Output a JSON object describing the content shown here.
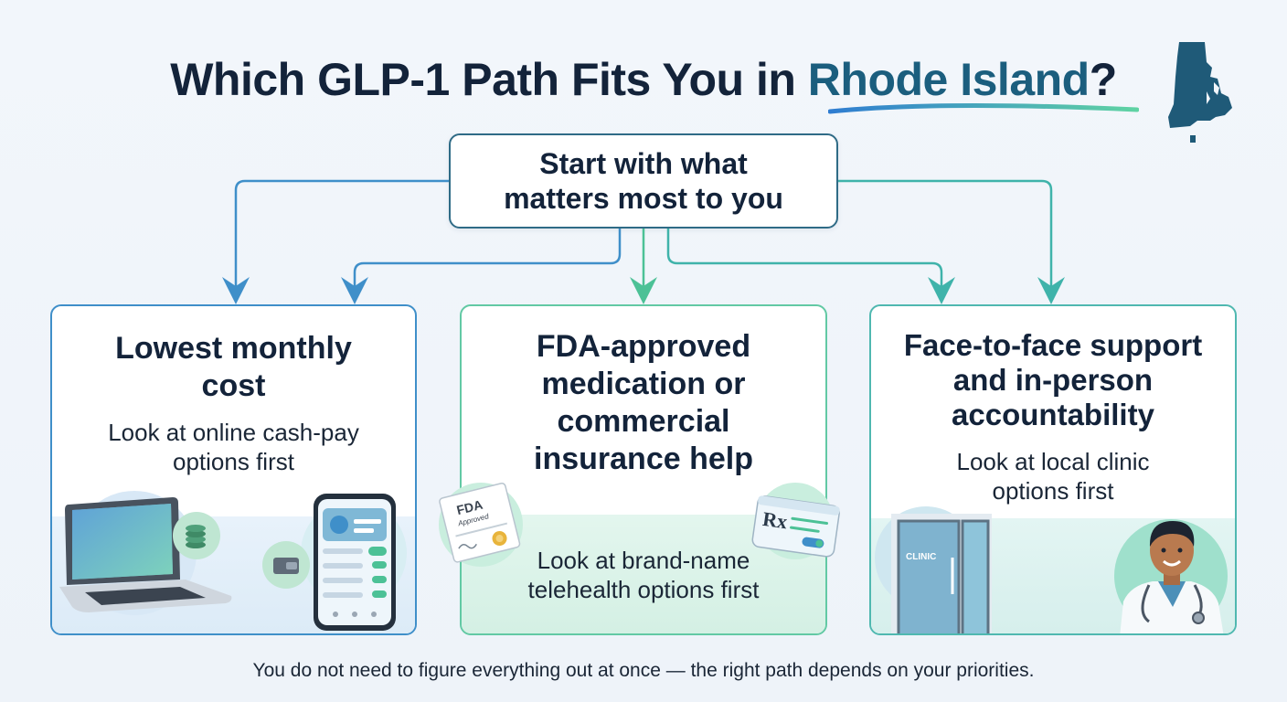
{
  "title": {
    "prefix": "Which GLP-1 Path Fits You in ",
    "highlight": "Rhode Island",
    "suffix": "?"
  },
  "start": {
    "text": "Start with what matters most to you"
  },
  "options": [
    {
      "heading": "Lowest monthly cost",
      "text": "Look at online cash-pay options first"
    },
    {
      "heading": "FDA-approved medication or commercial insurance help",
      "text": "Look at brand-name telehealth options first"
    },
    {
      "heading": "Face-to-face support and in-person accountability",
      "text": "Look at local clinic options first"
    }
  ],
  "illustrations": {
    "certificate_brand": "FDA",
    "certificate_label": "Approved",
    "rx_symbol": "Rx",
    "clinic_sign": "CLINIC"
  },
  "footer": "You do not need to figure everything out at once — the right path depends on your priorities.",
  "colors": {
    "title": "#13233a",
    "highlight": "#1b5e7e",
    "blue": "#3f8fc9",
    "green": "#62c9a4",
    "teal": "#4fb8b0"
  }
}
